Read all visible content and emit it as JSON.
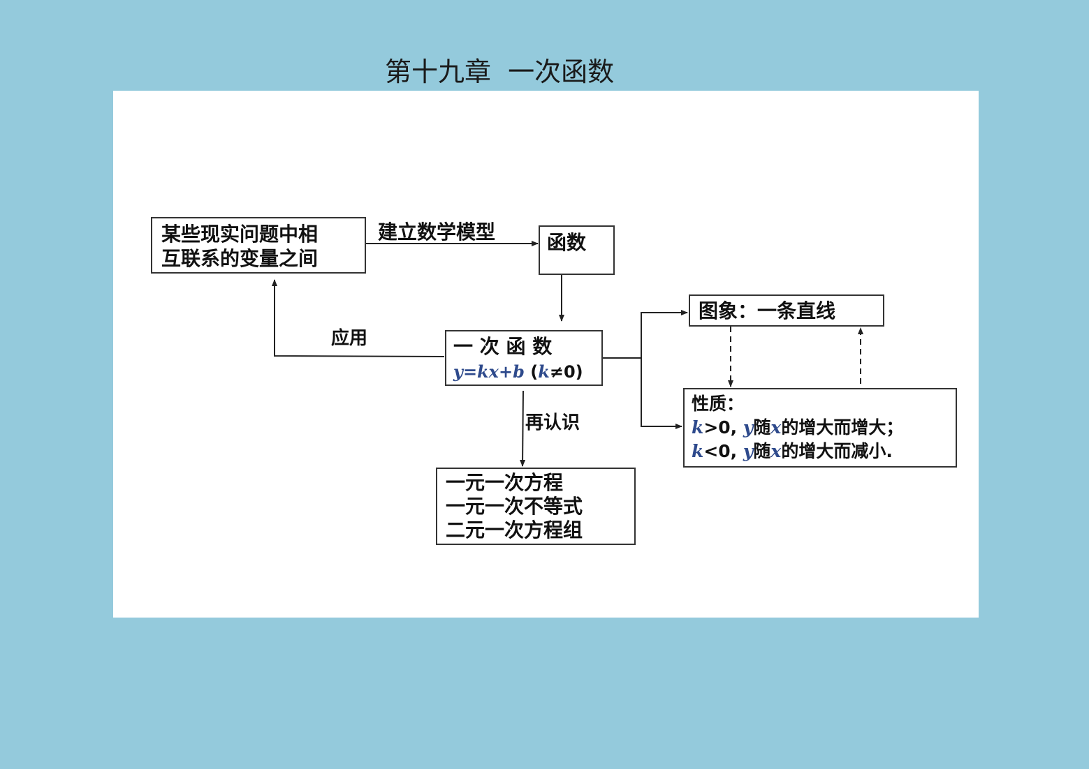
{
  "title": "第十九章  一次函数",
  "diagram": {
    "source_box": {
      "line1": "某些现实问题中相",
      "line2": "互联系的变量之间"
    },
    "function_box": {
      "label": "函数"
    },
    "linear_box": {
      "line1": "一 次 函 数",
      "formula": "y=kx+b",
      "condition_open": "(",
      "condition_k": "k",
      "condition_rest": "≠0)"
    },
    "graph_box": {
      "label": "图象：一条直线"
    },
    "property_box": {
      "heading": "性质：",
      "row1": {
        "k": "k",
        "cond": ">0, ",
        "y": "y",
        "mid": "随",
        "x": "x",
        "end": "的增大而增大；"
      },
      "row2": {
        "k": "k",
        "cond": "<0, ",
        "y": "y",
        "mid": "随",
        "x": "x",
        "end": "的增大而减小."
      }
    },
    "equations_box": {
      "line1": "一元一次方程",
      "line2": "一元一次不等式",
      "line3": "二元一次方程组"
    },
    "edge_labels": {
      "model": "建立数学模型",
      "apply": "应用",
      "recognize": "再认识"
    }
  }
}
